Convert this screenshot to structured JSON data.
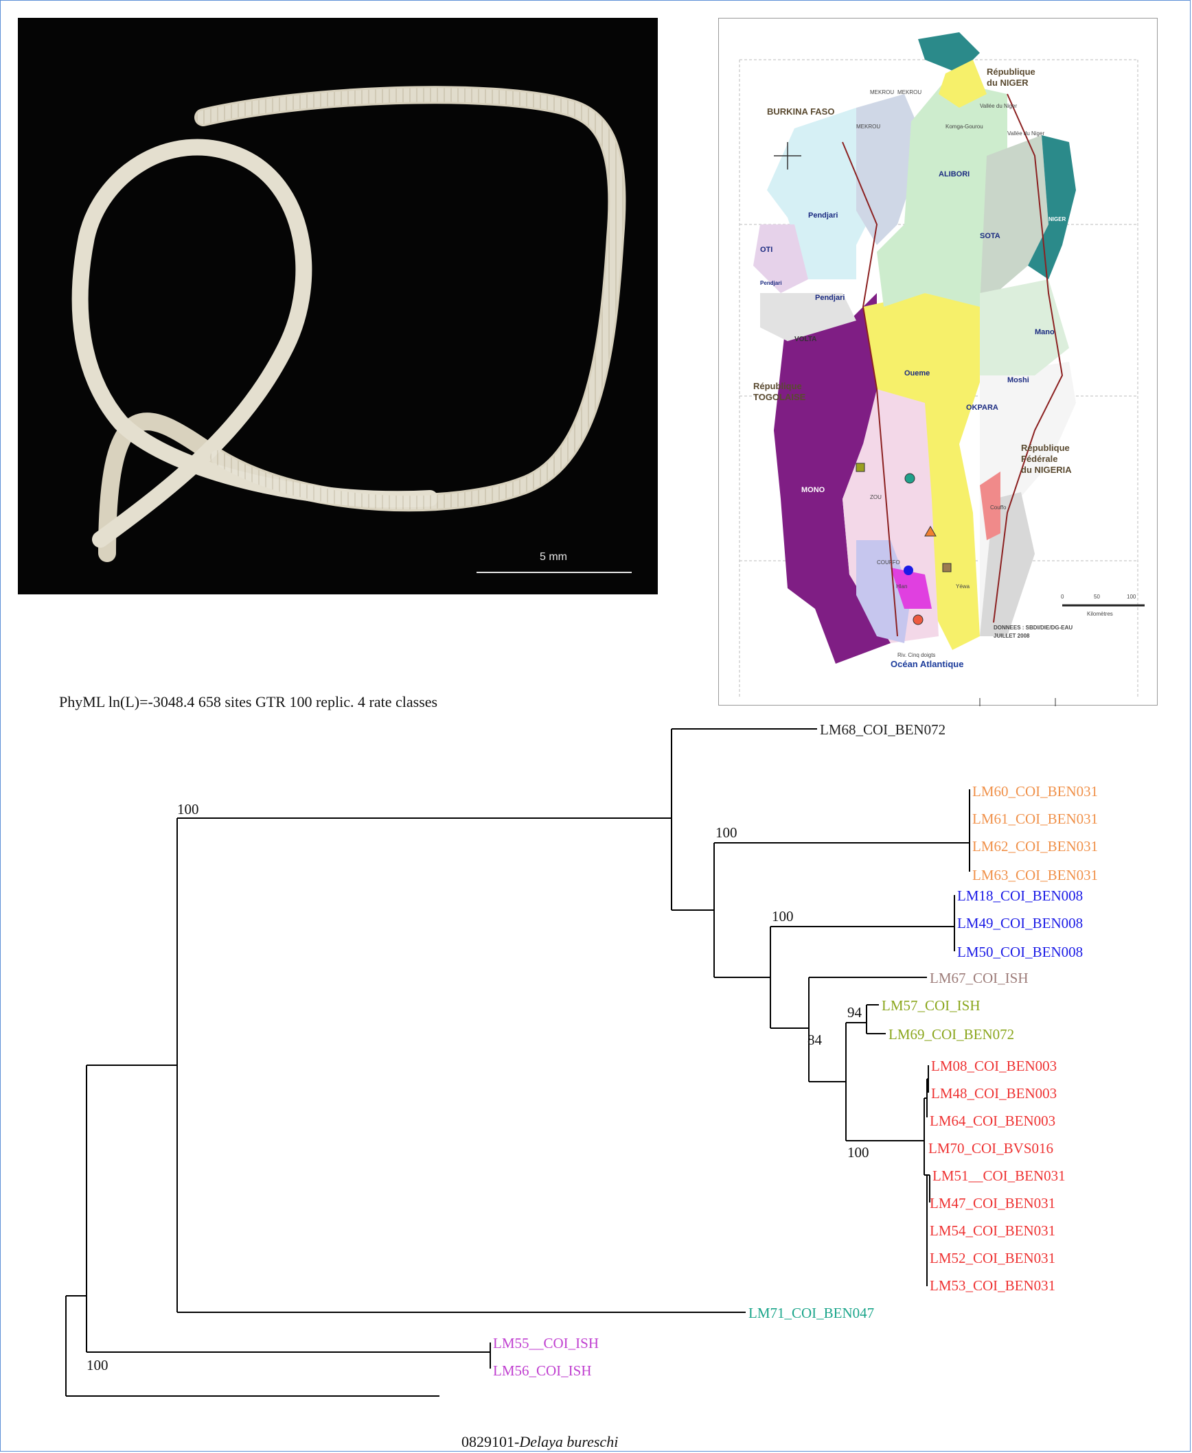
{
  "photo": {
    "scale_label": "5 mm"
  },
  "map": {
    "labels": {
      "burkina": "BURKINA FASO",
      "niger_rep_1": "République",
      "niger_rep_2": "du NIGER",
      "niger1": "NIGER",
      "niger2": "NIGER",
      "mekrou1": "MEKROU",
      "mekrou2": "MEKROU",
      "mekrou3": "MEKROU",
      "vallee1": "Vallée du Niger",
      "vallee2": "Vallée du Niger",
      "komga": "Komga-Gourou",
      "alibori": "ALIBORI",
      "sota": "SOTA",
      "pendjari1": "Pendjari",
      "pendjari2": "Pendjari",
      "pendjari3": "Pendjari",
      "oti": "OTI",
      "volta": "VOLTA",
      "mano": "Mano",
      "togo1": "République",
      "togo2": "TOGOLAISE",
      "oueme": "Oueme",
      "moshi": "Moshi",
      "okpara": "OKPARA",
      "nigeria1": "République",
      "nigeria2": "Fédérale",
      "nigeria3": "du NIGERIA",
      "mono": "MONO",
      "zou": "ZOU",
      "couffo1": "Couffo",
      "couffo2": "COUFFO",
      "hlan": "Hlan",
      "yewa": "Yéwa",
      "ocean": "Océan Atlantique",
      "riv": "Riv. Cinq doigts",
      "scale_0": "0",
      "scale_50": "50",
      "scale_100": "100",
      "km": "Kilomètres",
      "donnees1": "DONNEES : SBDI/DIE/DG-EAU",
      "donnees2": "JUILLET 2008"
    }
  },
  "tree": {
    "caption": "PhyML ln(L)=-3048.4 658 sites GTR 100 replic. 4 rate classes",
    "outgroup_prefix": "0829101-",
    "outgroup_species": "Delaya bureschi",
    "bootstrap": {
      "root": "100",
      "main": "100",
      "orange": "100",
      "blue": "100",
      "green": "94",
      "red": "100",
      "inner": "84"
    },
    "leaves": [
      {
        "label": "LM68_COI_BEN072",
        "color": "#222222"
      },
      {
        "label": "LM60_COI_BEN031",
        "color": "#f0914a"
      },
      {
        "label": "LM61_COI_BEN031",
        "color": "#f0914a"
      },
      {
        "label": "LM62_COI_BEN031",
        "color": "#f0914a"
      },
      {
        "label": "LM63_COI_BEN031",
        "color": "#f0914a"
      },
      {
        "label": "LM18_COI_BEN008",
        "color": "#1a1ae6"
      },
      {
        "label": "LM49_COI_BEN008",
        "color": "#1a1ae6"
      },
      {
        "label": "LM50_COI_BEN008",
        "color": "#1a1ae6"
      },
      {
        "label": "LM67_COI_ISH",
        "color": "#9c7b78"
      },
      {
        "label": "LM57_COI_ISH",
        "color": "#8aa61c"
      },
      {
        "label": "LM69_COI_BEN072",
        "color": "#8aa61c"
      },
      {
        "label": "LM08_COI_BEN003",
        "color": "#ee3232"
      },
      {
        "label": "LM48_COI_BEN003",
        "color": "#ee3232"
      },
      {
        "label": "LM64_COI_BEN003",
        "color": "#ee3232"
      },
      {
        "label": "LM70_COI_BVS016",
        "color": "#ee3232"
      },
      {
        "label": "LM51__COI_BEN031",
        "color": "#ee3232"
      },
      {
        "label": "LM47_COI_BEN031",
        "color": "#ee3232"
      },
      {
        "label": "LM54_COI_BEN031",
        "color": "#ee3232"
      },
      {
        "label": "LM52_COI_BEN031",
        "color": "#ee3232"
      },
      {
        "label": "LM53_COI_BEN031",
        "color": "#ee3232"
      },
      {
        "label": "LM71_COI_BEN047",
        "color": "#1aa58a"
      },
      {
        "label": "LM55__COI_ISH",
        "color": "#c040d0"
      },
      {
        "label": "LM56_COI_ISH",
        "color": "#c040d0"
      }
    ]
  }
}
